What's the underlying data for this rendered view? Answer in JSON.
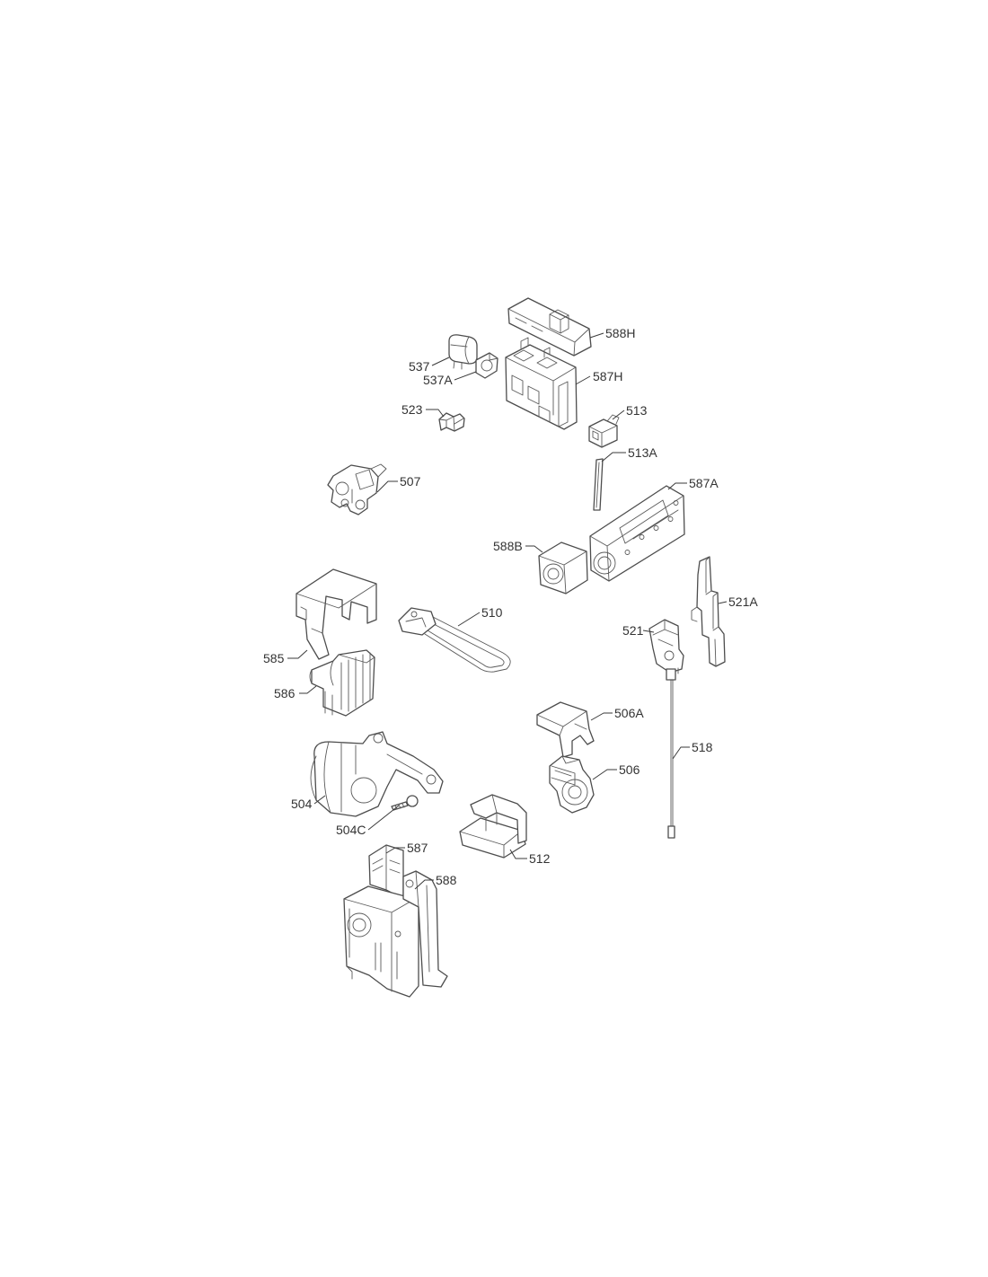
{
  "diagram": {
    "callouts": [
      "588H",
      "537",
      "537A",
      "587H",
      "523",
      "513",
      "513A",
      "507",
      "587A",
      "588B",
      "521A",
      "510",
      "521",
      "585",
      "586",
      "506A",
      "518",
      "506",
      "504",
      "504C",
      "587",
      "588",
      "512"
    ]
  }
}
